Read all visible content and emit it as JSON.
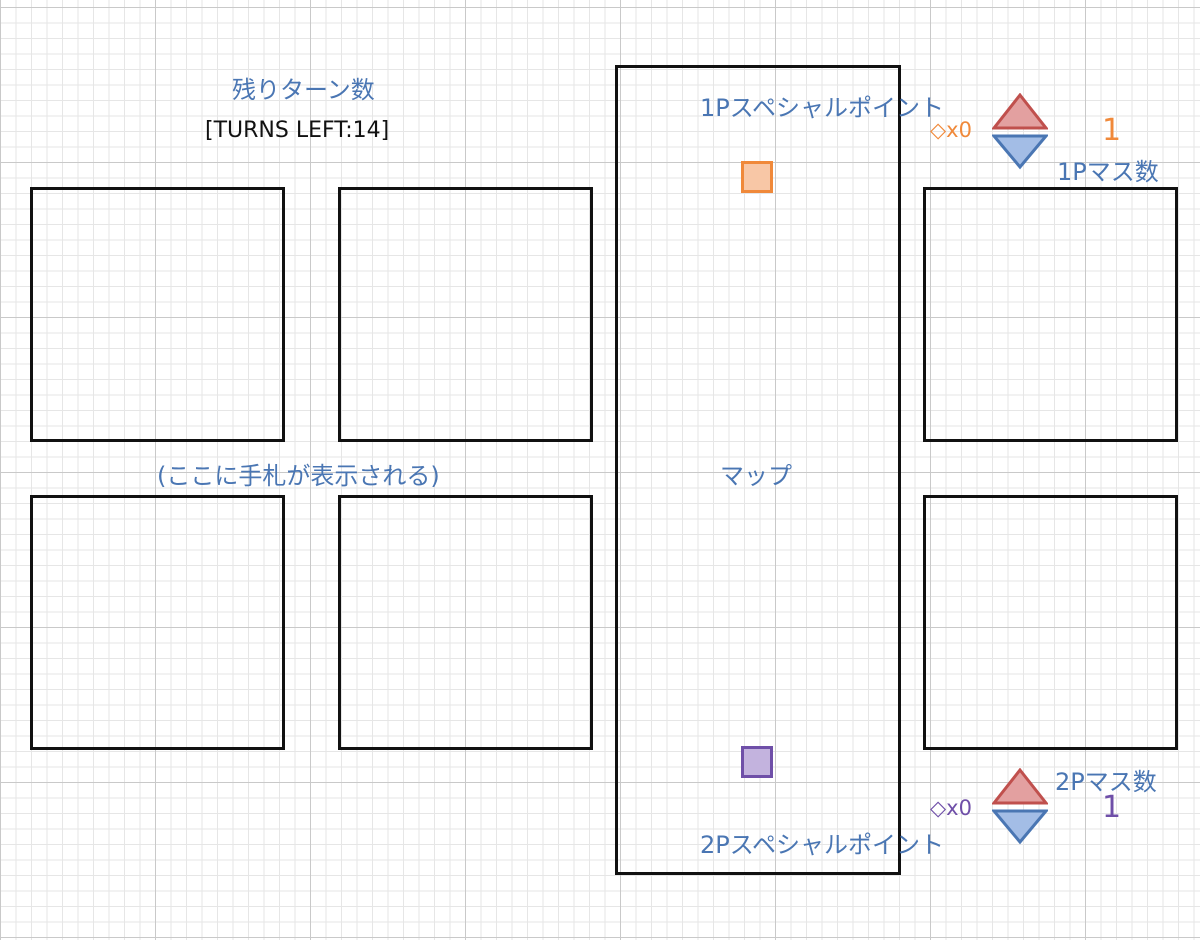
{
  "turns": {
    "heading": "残りターン数",
    "counter": "[TURNS LEFT:14]"
  },
  "hand": {
    "label": "(ここに手札が表示される)"
  },
  "map": {
    "label": "マップ"
  },
  "player1": {
    "special_point_label": "1Pスペシャルポイント",
    "special_count": "◇x0",
    "mass_label": "1Pマス数",
    "mass_value": "1",
    "color": "#f0893a",
    "piece_fill": "#f8c7a6"
  },
  "player2": {
    "special_point_label": "2Pスペシャルポイント",
    "special_count": "◇x0",
    "mass_label": "2Pマス数",
    "mass_value": "1",
    "color": "#6f4fa8",
    "piece_fill": "#c3b3de"
  },
  "controls": {
    "up_color": "#d98a8a",
    "down_color": "#8fa9d6",
    "up_icon": "triangle-up-icon",
    "down_icon": "triangle-down-icon"
  }
}
